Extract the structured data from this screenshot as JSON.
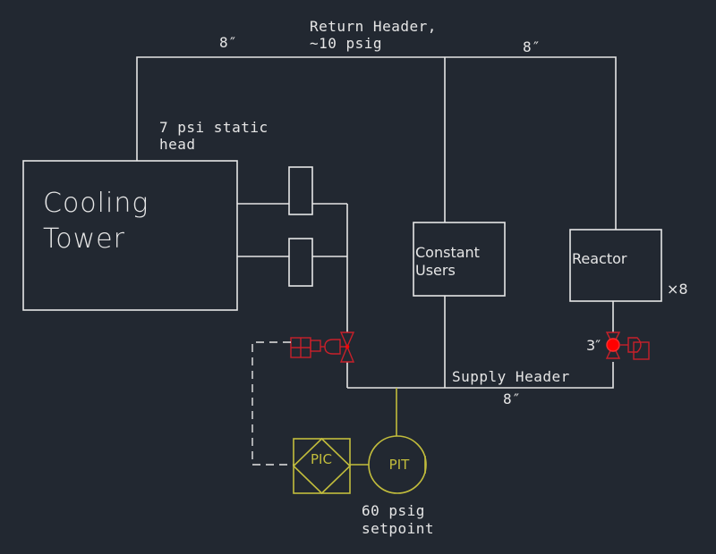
{
  "colors": {
    "background": "#222831",
    "line": "#e6e6e6",
    "valve": "#c8202a",
    "valve_fill": "#ff0000",
    "instrument": "#c2bd3c"
  },
  "labels": {
    "return_header_line1": "Return Header,",
    "return_header_line2": "~10 psig",
    "return_size_left": "8″",
    "return_size_right": "8″",
    "static_head_line1": "7 psi static",
    "static_head_line2": "head",
    "cooling_tower_line1": "Cooling",
    "cooling_tower_line2": "Tower",
    "constant_users_line1": "Constant",
    "constant_users_line2": "Users",
    "reactor": "Reactor",
    "reactor_multiplier": "×8",
    "reactor_valve_size": "3″",
    "supply_header": "Supply Header",
    "supply_size": "8″",
    "pic": "PIC",
    "pit": "PIT",
    "setpoint_line1": "60 psig",
    "setpoint_line2": "setpoint"
  }
}
